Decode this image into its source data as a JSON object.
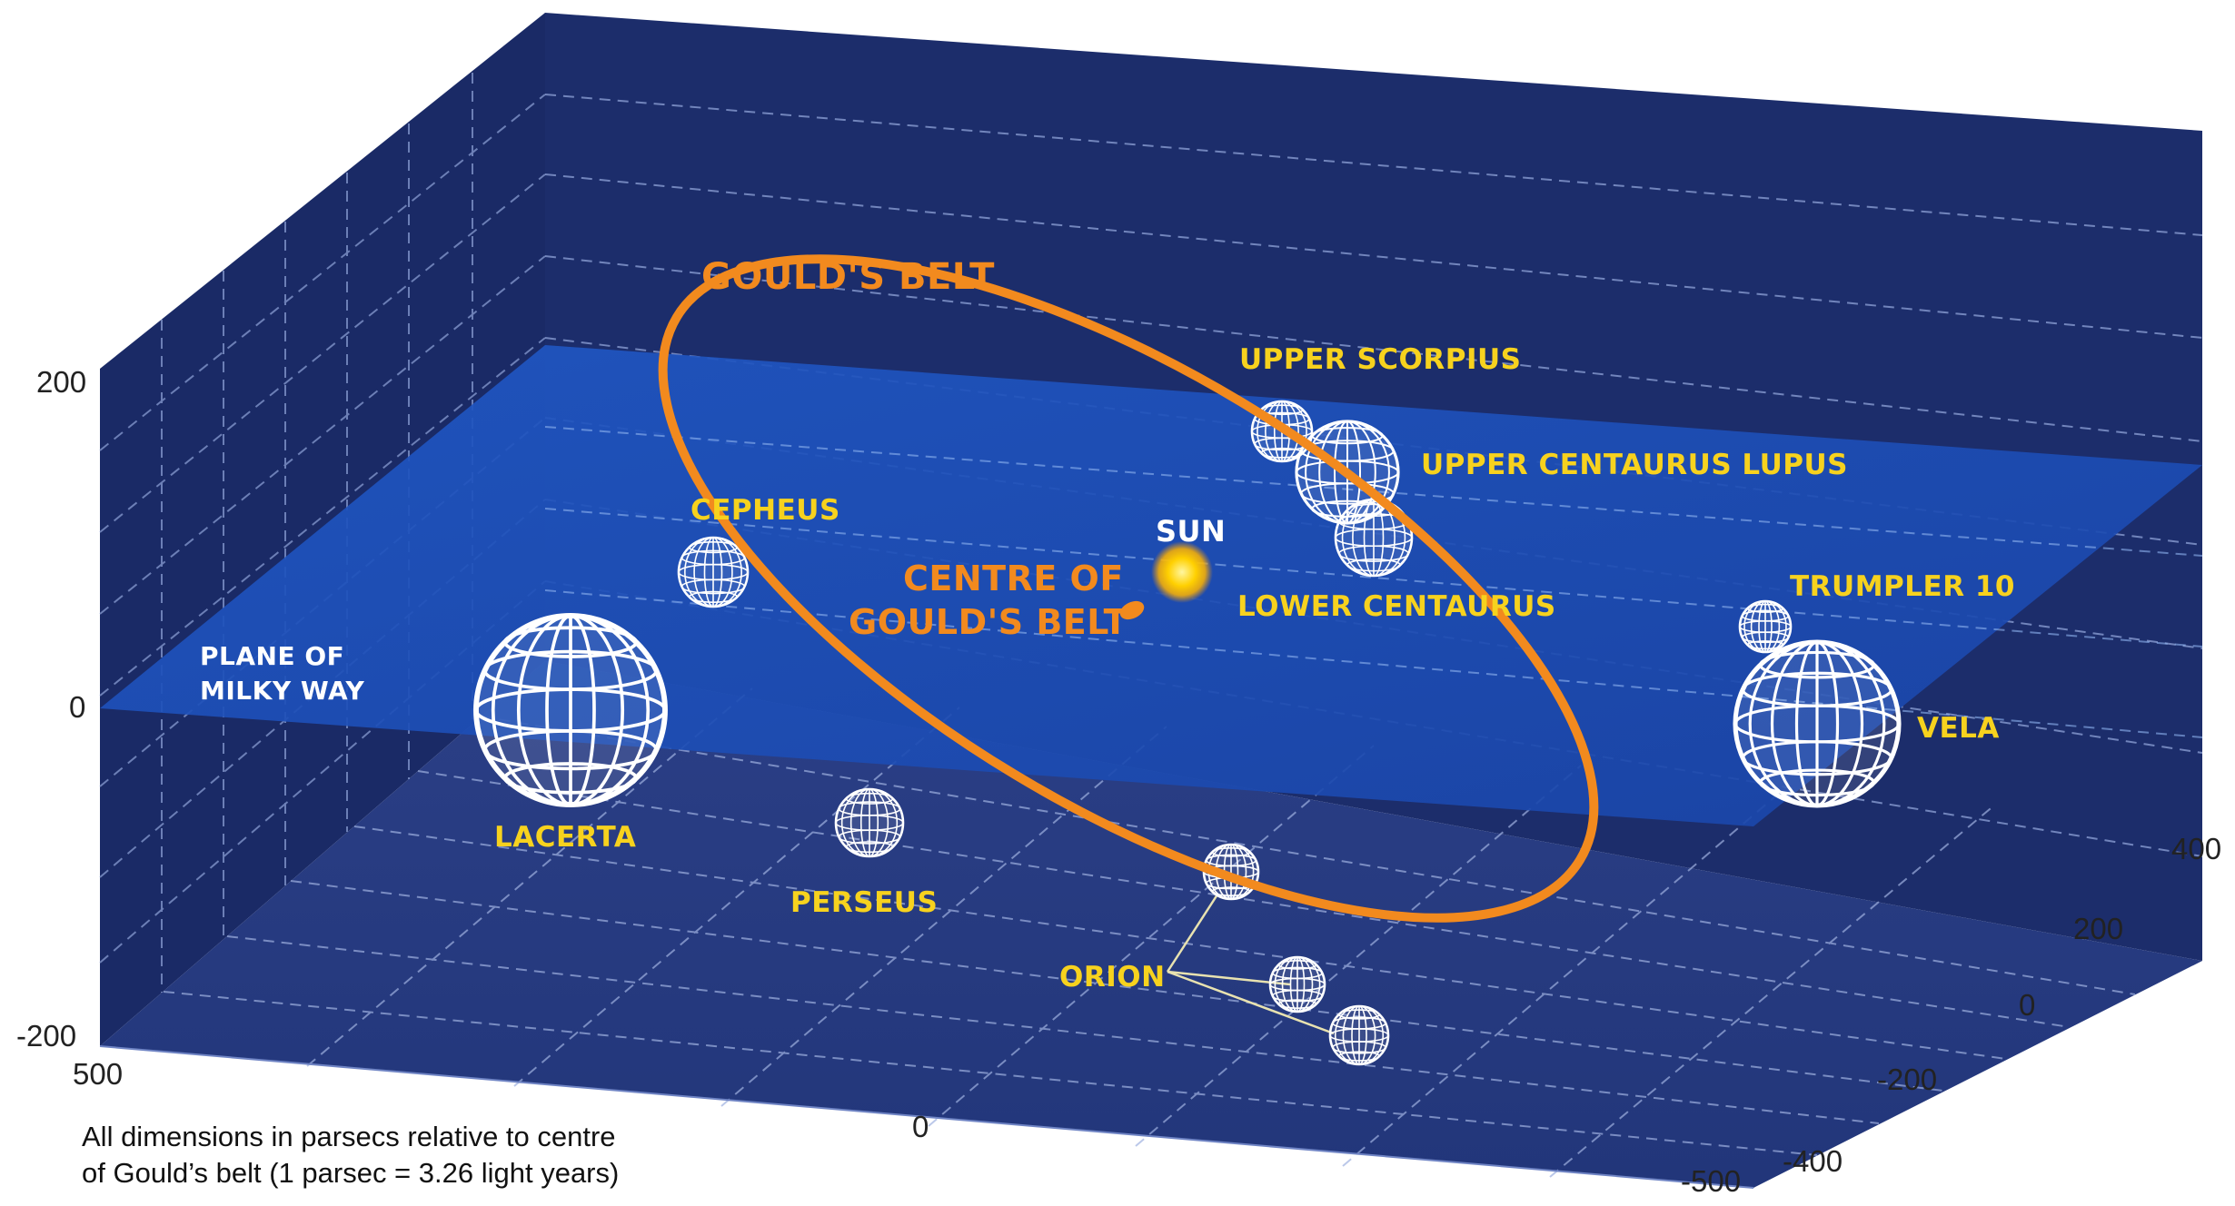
{
  "diagram": {
    "title": "GOULD'S BELT",
    "centre_label": [
      "CENTRE OF",
      "GOULD'S BELT"
    ],
    "sun_label": "SUN",
    "plane_label": [
      "PLANE OF",
      "MILKY WAY"
    ],
    "regions": [
      {
        "name": "UPPER SCORPIUS"
      },
      {
        "name": "UPPER CENTAURUS LUPUS"
      },
      {
        "name": "LOWER CENTAURUS"
      },
      {
        "name": "CEPHEUS"
      },
      {
        "name": "LACERTA"
      },
      {
        "name": "PERSEUS"
      },
      {
        "name": "ORION"
      },
      {
        "name": "TRUMPLER 10"
      },
      {
        "name": "VELA"
      }
    ],
    "axes": {
      "vertical_ticks": [
        "200",
        "0",
        "-200"
      ],
      "depth_ticks": [
        "500",
        "0",
        "-500"
      ],
      "lateral_ticks": [
        "400",
        "200",
        "0",
        "-200",
        "-400"
      ]
    },
    "footnote": [
      "All dimensions in parsecs relative to centre",
      "of Gould’s belt (1 parsec = 3.26 light years)"
    ],
    "colors": {
      "background_panel": "#1d2f6e",
      "milky_way_plane": "#1e4fb8",
      "belt_orange": "#f28a1e",
      "label_yellow": "#f7d21e",
      "grid_white": "#ffffff",
      "sun": "#ffc400"
    }
  }
}
